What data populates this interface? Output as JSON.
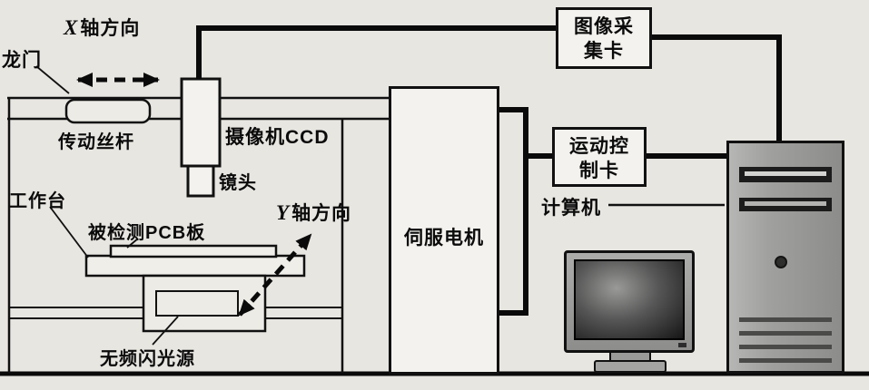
{
  "diagram": {
    "machine": {
      "gantry_label": "龙门",
      "x_axis_prefix": "X",
      "x_axis_suffix": "轴方向",
      "drive_screw_label": "传动丝杆",
      "camera_label": "摄像机CCD",
      "lens_label": "镜头",
      "worktable_label": "工作台",
      "pcb_label": "被检测PCB板",
      "y_axis_prefix": "Y",
      "y_axis_suffix": "轴方向",
      "light_source_label": "无频闪光源"
    },
    "components": {
      "servo_motor": "伺服电机",
      "image_card_line1": "图像采",
      "image_card_line2": "集卡",
      "motion_card_line1": "运动控",
      "motion_card_line2": "制卡",
      "computer_label": "计算机"
    },
    "colors": {
      "line": "#111111",
      "background": "#e8e6e1",
      "box_fill": "#f3f2ee",
      "tower_gray": "#9a9a98",
      "screen_dark": "#161616"
    }
  }
}
